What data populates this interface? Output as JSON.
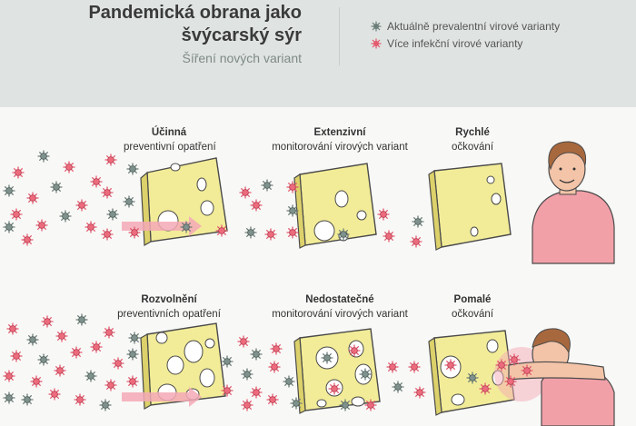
{
  "header": {
    "title_line1": "Pandemická obrana jako",
    "title_line2": "švýcarský sýr",
    "subtitle": "Šíření nových variant"
  },
  "legend": {
    "items": [
      {
        "label": "Aktuálně prevalentní virové varianty",
        "color": "#6b7e79"
      },
      {
        "label": "Více infekční virové varianty",
        "color": "#e45a6e"
      }
    ]
  },
  "rows": [
    {
      "labels": [
        {
          "bold": "Účinná",
          "text": "preventivní opatření"
        },
        {
          "bold": "Extenzivní",
          "text": "monitorování virových variant"
        },
        {
          "bold": "Rychlé",
          "text": "očkování"
        }
      ]
    },
    {
      "labels": [
        {
          "bold": "Rozvolnění",
          "text": "preventivních opatření"
        },
        {
          "bold": "Nedostatečné",
          "text": "monitorování virových variant"
        },
        {
          "bold": "Pomalé",
          "text": "očkování"
        }
      ]
    }
  ],
  "colors": {
    "cheese": "#f2ec98",
    "cheese_edge": "#4a4a4a",
    "arrow": "#f4a9b6",
    "skin": "#f3c4a8",
    "hair": "#a8683e",
    "shirt": "#f2a0a8"
  }
}
